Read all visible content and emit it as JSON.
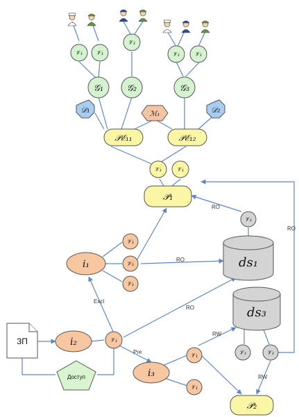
{
  "nodes": {
    "v": "𝒱₁",
    "g1": "𝒢₁",
    "g2": "𝒢₂",
    "g3": "𝒢₃",
    "d1": "𝒟₁",
    "d2": "𝒟₂",
    "m1": "ℳ₁",
    "pe11": "𝒫ℰ₁₁",
    "pe12": "𝒫ℰ₁₂",
    "p1": "𝒫₁",
    "p2": "𝒫₂",
    "i1": "i₁",
    "i2": "i₂",
    "i3": "i₃",
    "ds1": "ds₁",
    "ds3": "ds₃",
    "doc": "ЗП",
    "access": "Доступ"
  },
  "edge_labels": {
    "ro": "RO",
    "rw": "RW",
    "excl": "Excl",
    "pre": "Pre"
  },
  "colors": {
    "edge": "#5b87c7",
    "green": "#d6f3d1",
    "yellow": "#fbf6a6",
    "orange": "#f6c7a0",
    "gray": "#d4d4d4",
    "blue": "#a8cdf0"
  },
  "icons": [
    "officer-icon",
    "soldier-icon",
    "police-icon"
  ]
}
